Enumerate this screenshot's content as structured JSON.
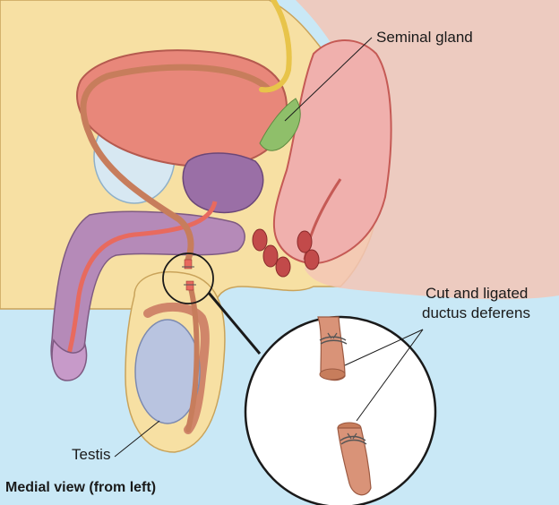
{
  "labels": {
    "seminal_gland": "Seminal gland",
    "cut_ligated_line1": "Cut and ligated",
    "cut_ligated_line2": "ductus deferens",
    "testis": "Testis"
  },
  "caption": "Medial view (from left)",
  "colors": {
    "background": "#c9e8f6",
    "skin": "#f7e0a3",
    "skin_outline": "#c9a35a",
    "bladder": "#e8877a",
    "rectum": "#f0b0ad",
    "prostate": "#9a6fa6",
    "seminal_gland": "#8fbf6a",
    "vas": "#dc9a78",
    "testis": "#b9c4e0",
    "penis": "#b58ab8",
    "urethra": "#e86a5e",
    "pubic_bone": "#d7e8f2"
  }
}
